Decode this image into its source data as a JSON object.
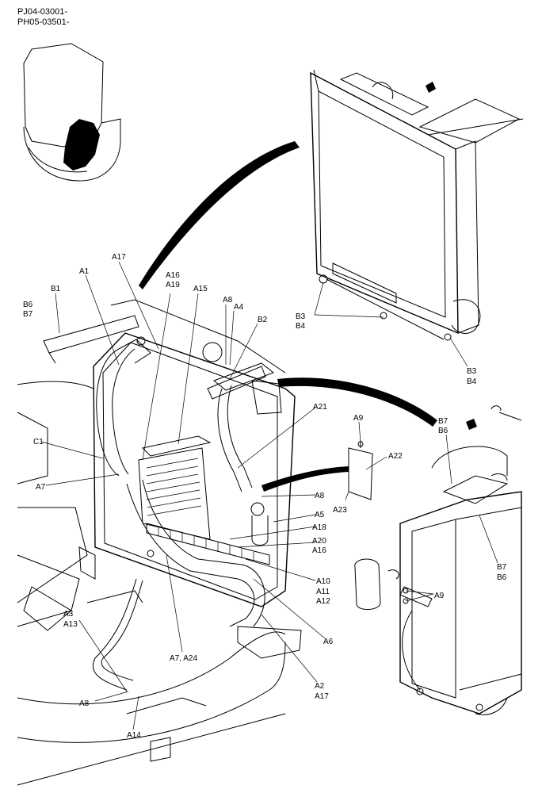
{
  "header": {
    "serial_1": "PJ04-03001-",
    "serial_2": "PH05-03501-"
  },
  "labels": {
    "A1": "A1",
    "A17_top": "A17",
    "A16_top": "A16",
    "A19": "A19",
    "A15": "A15",
    "A8_top": "A8",
    "A4": "A4",
    "B1": "B1",
    "B6_left": "B6",
    "B7_left": "B7",
    "B2": "B2",
    "B3_a": "B3",
    "B4_a": "B4",
    "B3_b": "B3",
    "B4_b": "B4",
    "C1": "C1",
    "A7": "A7",
    "A21": "A21",
    "A9_top": "A9",
    "A22": "A22",
    "A23": "A23",
    "A8_mid": "A8",
    "A5": "A5",
    "A18": "A18",
    "A20": "A20",
    "A16_mid": "A16",
    "A10": "A10",
    "A11": "A11",
    "A12": "A12",
    "A6": "A6",
    "A2": "A2",
    "A17_bottom": "A17",
    "A7_A24": "A7, A24",
    "A3": "A3",
    "A13": "A13",
    "A8_bottom": "A8",
    "A14": "A14",
    "B7_right": "B7",
    "B6_right": "B6",
    "B7_right2": "B7",
    "B6_right2": "B6",
    "A9_right": "A9"
  }
}
